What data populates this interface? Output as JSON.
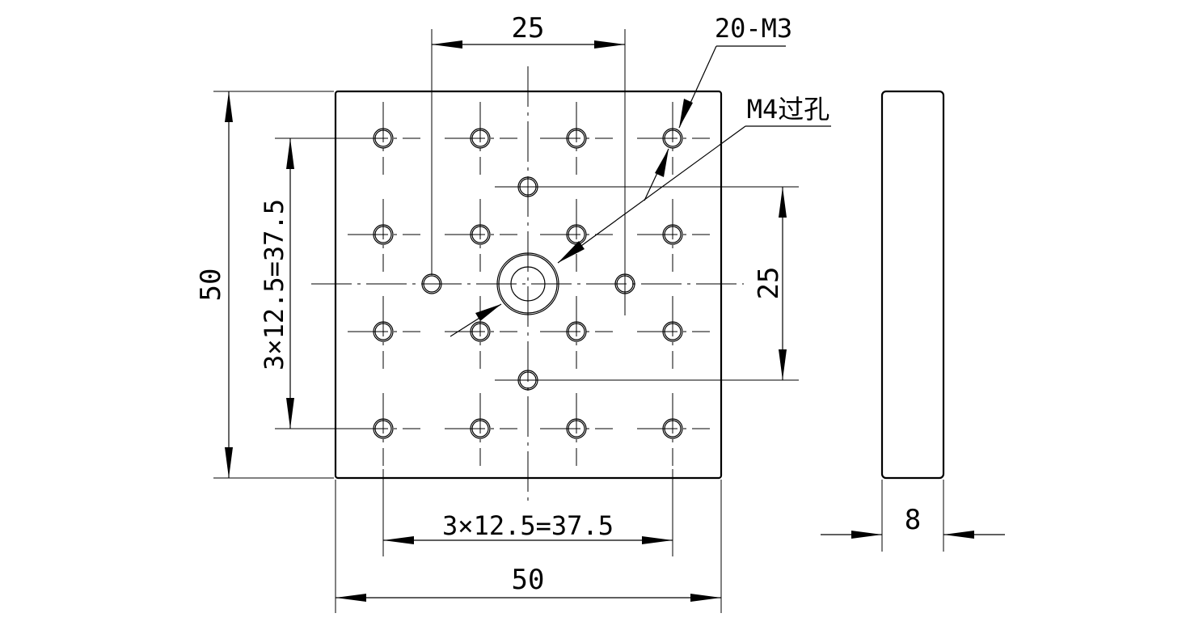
{
  "labels": {
    "top_dim": "25",
    "thread_callout": "20-M3",
    "center_hole_callout": "M4过孔",
    "left_overall": "50",
    "left_spacing": "3×12.5=37.5",
    "right_dim": "25",
    "bottom_spacing": "3×12.5=37.5",
    "bottom_overall": "50",
    "thickness": "8"
  }
}
